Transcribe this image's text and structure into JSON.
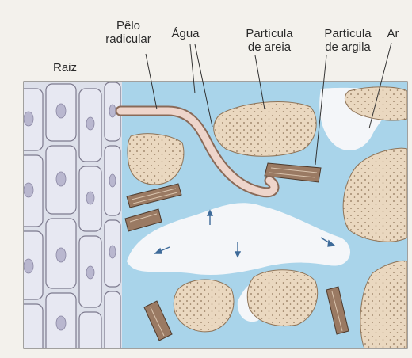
{
  "labels": {
    "raiz": "Raiz",
    "pelo_radicular_line1": "Pêlo",
    "pelo_radicular_line2": "radicular",
    "agua": "Água",
    "areia_line1": "Partícula",
    "areia_line2": "de areia",
    "argila_line1": "Partícula",
    "argila_line2": "de argila",
    "ar": "Ar"
  },
  "colors": {
    "water": "#a9d4ea",
    "air": "#f4f6f9",
    "sand": "#ead8c0",
    "clay": "#9a7a63",
    "root_cell": "#e7e8f2",
    "nucleus": "#b9b7cf",
    "frame_bg": "#e6ebf0"
  }
}
